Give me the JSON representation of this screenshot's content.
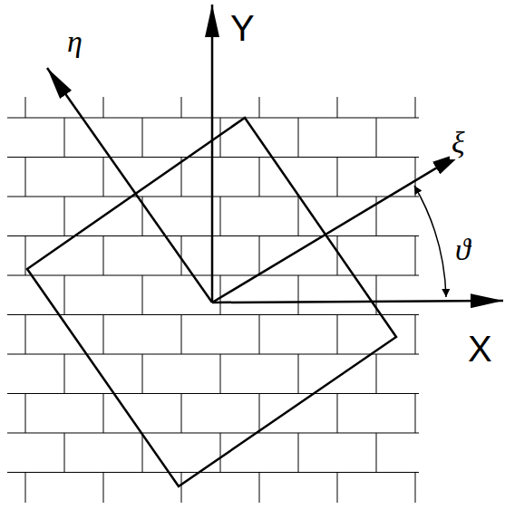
{
  "diagram": {
    "labels": [
      "η",
      "Y",
      "ξ",
      "ϑ",
      "X"
    ]
  }
}
